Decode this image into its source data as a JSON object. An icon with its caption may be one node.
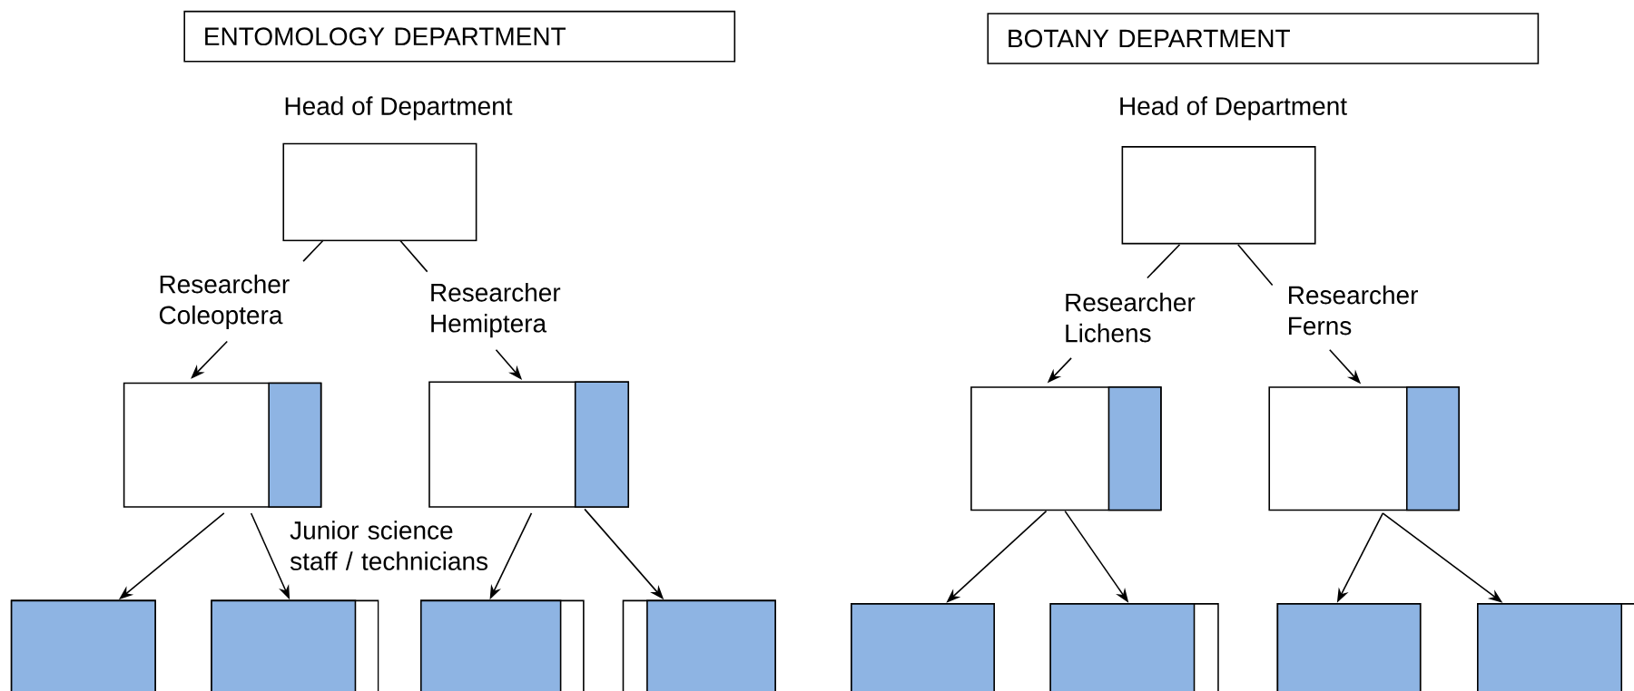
{
  "diagram": {
    "nodes": [
      {
        "text": [
          "ENTOMOLOGY DEPARTMENT"
        ]
      },
      {
        "text": [
          "Head of Department"
        ]
      },
      {
        "text": [
          "Researcher Coleoptera"
        ]
      },
      {
        "text": [
          "Researcher Hemiptera"
        ]
      },
      {
        "text": [],
        "shape": "box"
      },
      {
        "text": [],
        "shape": "box"
      },
      {
        "text": [],
        "shape": "box"
      },
      {
        "text": [],
        "shape": "box"
      },
      {
        "text": [],
        "shape": "box"
      },
      {
        "text": [],
        "shape": "box"
      },
      {
        "text": [
          "BOTANY DEPARTMENT"
        ]
      },
      {
        "text": [
          "Head of Department"
        ]
      },
      {
        "text": [
          "Researcher Lichens"
        ]
      },
      {
        "text": [
          "Researcher Ferns"
        ]
      },
      {
        "text": [],
        "shape": "box"
      },
      {
        "text": [],
        "shape": "box"
      },
      {
        "text": [],
        "shape": "box"
      },
      {
        "text": [],
        "shape": "box"
      },
      {
        "text": [],
        "shape": "box"
      },
      {
        "text": [],
        "shape": "box"
      }
    ],
    "edges": [
      {
        "from": 1,
        "to": 2,
        "arrow": "none"
      },
      {
        "from": 1,
        "to": 3,
        "arrow": "none"
      },
      {
        "from": 2,
        "to": 4,
        "arrow": "to"
      },
      {
        "from": 3,
        "to": 5,
        "arrow": "to"
      },
      {
        "from": 4,
        "to": 6,
        "arrow": "to"
      },
      {
        "from": 4,
        "to": 7,
        "arrow": "to"
      },
      {
        "from": 5,
        "to": 8,
        "arrow": "to"
      },
      {
        "from": 5,
        "to": 9,
        "arrow": "to"
      },
      {
        "from": 11,
        "to": 12,
        "arrow": "none"
      },
      {
        "from": 11,
        "to": 13,
        "arrow": "none"
      },
      {
        "from": 12,
        "to": 14,
        "arrow": "to"
      },
      {
        "from": 13,
        "to": 15,
        "arrow": "to"
      },
      {
        "from": 14,
        "to": 16,
        "arrow": "to"
      },
      {
        "from": 14,
        "to": 17,
        "arrow": "to"
      },
      {
        "from": 15,
        "to": 18,
        "arrow": "to"
      },
      {
        "from": 15,
        "to": 19,
        "arrow": "to"
      }
    ],
    "labels": [
      "Junior science staff / technicians"
    ]
  }
}
